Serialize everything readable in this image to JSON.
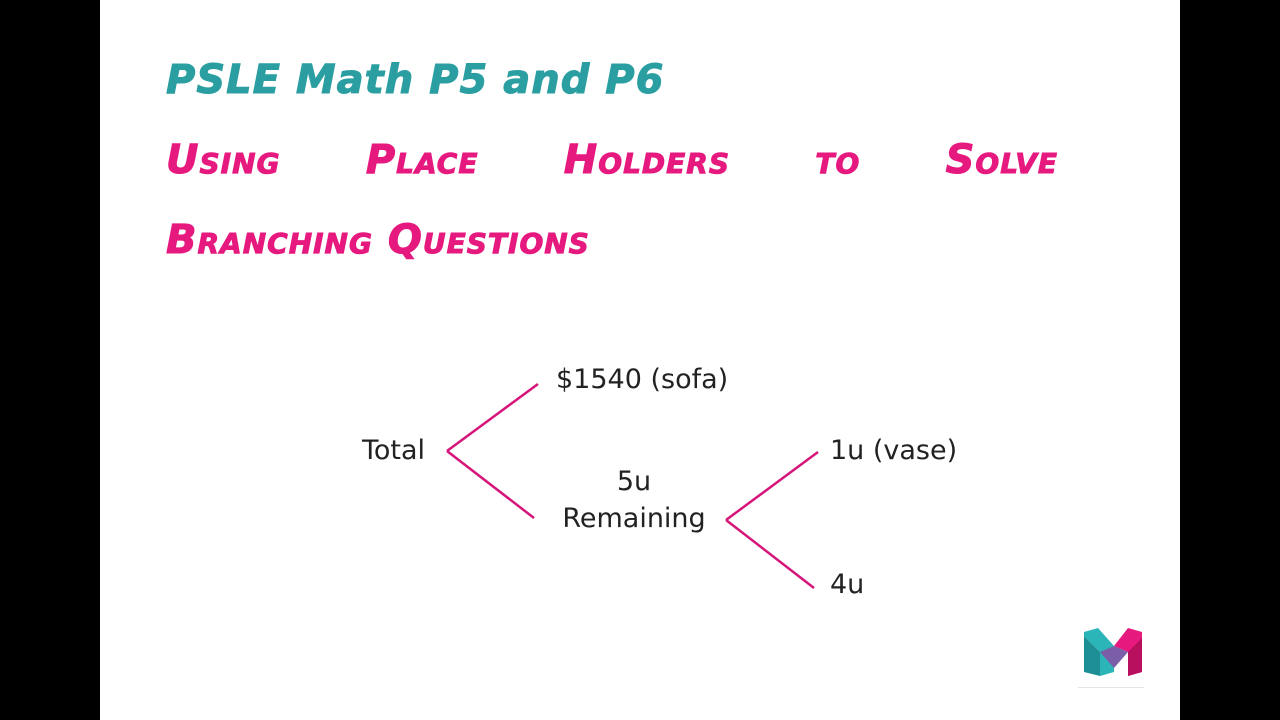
{
  "heading": {
    "line1": "PSLE Math P5 and P6",
    "line2": "Using Place Holders to Solve",
    "line3": "Branching Questions"
  },
  "diagram": {
    "root": "Total",
    "branch_top": "$1540 (sofa)",
    "branch_bottom_value": "5u",
    "branch_bottom_label": "Remaining",
    "sub_top": "1u (vase)",
    "sub_bottom": "4u"
  },
  "colors": {
    "teal": "#2a9ea1",
    "magenta": "#e6197f",
    "line": "#d6157a",
    "text": "#222222"
  },
  "logo": {
    "icon": "m-logo-icon"
  }
}
